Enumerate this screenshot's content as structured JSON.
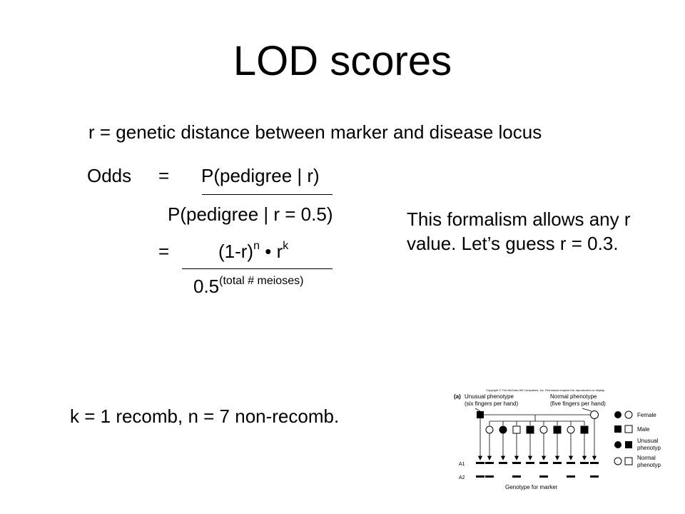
{
  "title": "LOD scores",
  "definition": "r = genetic distance between marker and disease locus",
  "formula": {
    "odds_label": "Odds",
    "equals": "=",
    "numerator1": "P(pedigree | r)",
    "denominator1": "P(pedigree | r = 0.5)",
    "numerator2_base1": "(1-r)",
    "numerator2_exp1": "n",
    "numerator2_dot": " • ",
    "numerator2_base2": "r",
    "numerator2_exp2": "k",
    "denominator2_base": "0.5",
    "denominator2_exp": "(total # meioses)"
  },
  "note": "This formalism allows any r value.  Let’s guess r = 0.3.",
  "counts": "k = 1 recomb, n = 7 non-recomb.",
  "figure": {
    "copyright": "Copyright © The McGraw-Hill Companies, Inc. Permission required for reproduction or display",
    "panel_label": "(a)",
    "unusual_phenotype": "Unusual phenotype",
    "unusual_sub": "(six fingers per hand)",
    "normal_phenotype": "Normal phenotype",
    "normal_sub": "(five fingers per hand)",
    "legend_female": "Female",
    "legend_male": "Male",
    "legend_unusual1": "Unusual",
    "legend_unusual2": "phenotype",
    "legend_normal1": "Normal",
    "legend_normal2": "phenotype",
    "a1": "A1",
    "a2": "A2",
    "genotype_label": "Genotype for marker"
  }
}
